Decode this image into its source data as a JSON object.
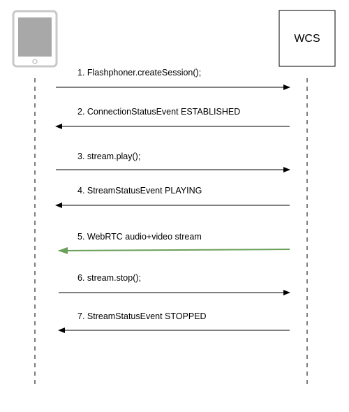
{
  "participants": {
    "client": {
      "icon": "tablet-icon"
    },
    "server": {
      "label": "WCS"
    }
  },
  "messages": [
    {
      "label": "1. Flashphoner.createSession();",
      "direction": "to-server",
      "color": "#000000"
    },
    {
      "label": "2. ConnectionStatusEvent ESTABLISHED",
      "direction": "to-client",
      "color": "#000000"
    },
    {
      "label": "3. stream.play();",
      "direction": "to-server",
      "color": "#000000"
    },
    {
      "label": "4. StreamStatusEvent PLAYING",
      "direction": "to-client",
      "color": "#000000"
    },
    {
      "label": "5. WebRTC audio+video stream",
      "direction": "to-client",
      "color": "#6a9f58"
    },
    {
      "label": "6. stream.stop();",
      "direction": "to-server",
      "color": "#000000"
    },
    {
      "label": "7. StreamStatusEvent STOPPED",
      "direction": "to-client",
      "color": "#000000"
    }
  ],
  "colors": {
    "lifeline": "#555555",
    "tablet_frame": "#c8c8c8",
    "tablet_screen": "#a8a8a8",
    "default_arrow": "#000000",
    "stream_arrow": "#6a9f58"
  }
}
